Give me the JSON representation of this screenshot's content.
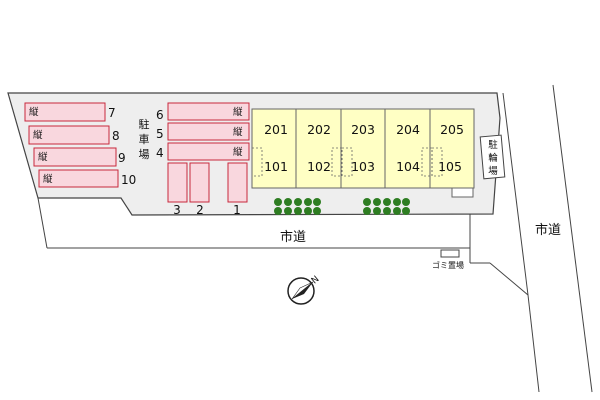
{
  "colors": {
    "site_fill": "#eeeeee",
    "site_stroke": "#444444",
    "parking_fill": "#f9d7de",
    "parking_stroke": "#c8283c",
    "building_fill": "#ffffc4",
    "building_stroke": "#666666",
    "tree": "#2e7d22",
    "road_line": "#444444"
  },
  "parking": {
    "label_chars": [
      "駐",
      "車",
      "場"
    ],
    "vertical_mark": "縦",
    "left_spaces": [
      "7",
      "8",
      "9",
      "10"
    ],
    "center_spaces_vertical": [
      "6",
      "5",
      "4"
    ],
    "center_spaces_horizontal": [
      "3",
      "2",
      "1"
    ]
  },
  "building": {
    "upper_units": [
      "201",
      "202",
      "203",
      "204",
      "205"
    ],
    "lower_units": [
      "101",
      "102",
      "103",
      "104",
      "105"
    ]
  },
  "bicycle_parking": {
    "chars": [
      "駐",
      "輪",
      "場"
    ]
  },
  "roads": {
    "south_road": "市道",
    "east_road": "市道"
  },
  "garbage": {
    "label": "ゴミ置場"
  },
  "compass": {
    "icon": "north-arrow-icon",
    "letter": "N"
  }
}
